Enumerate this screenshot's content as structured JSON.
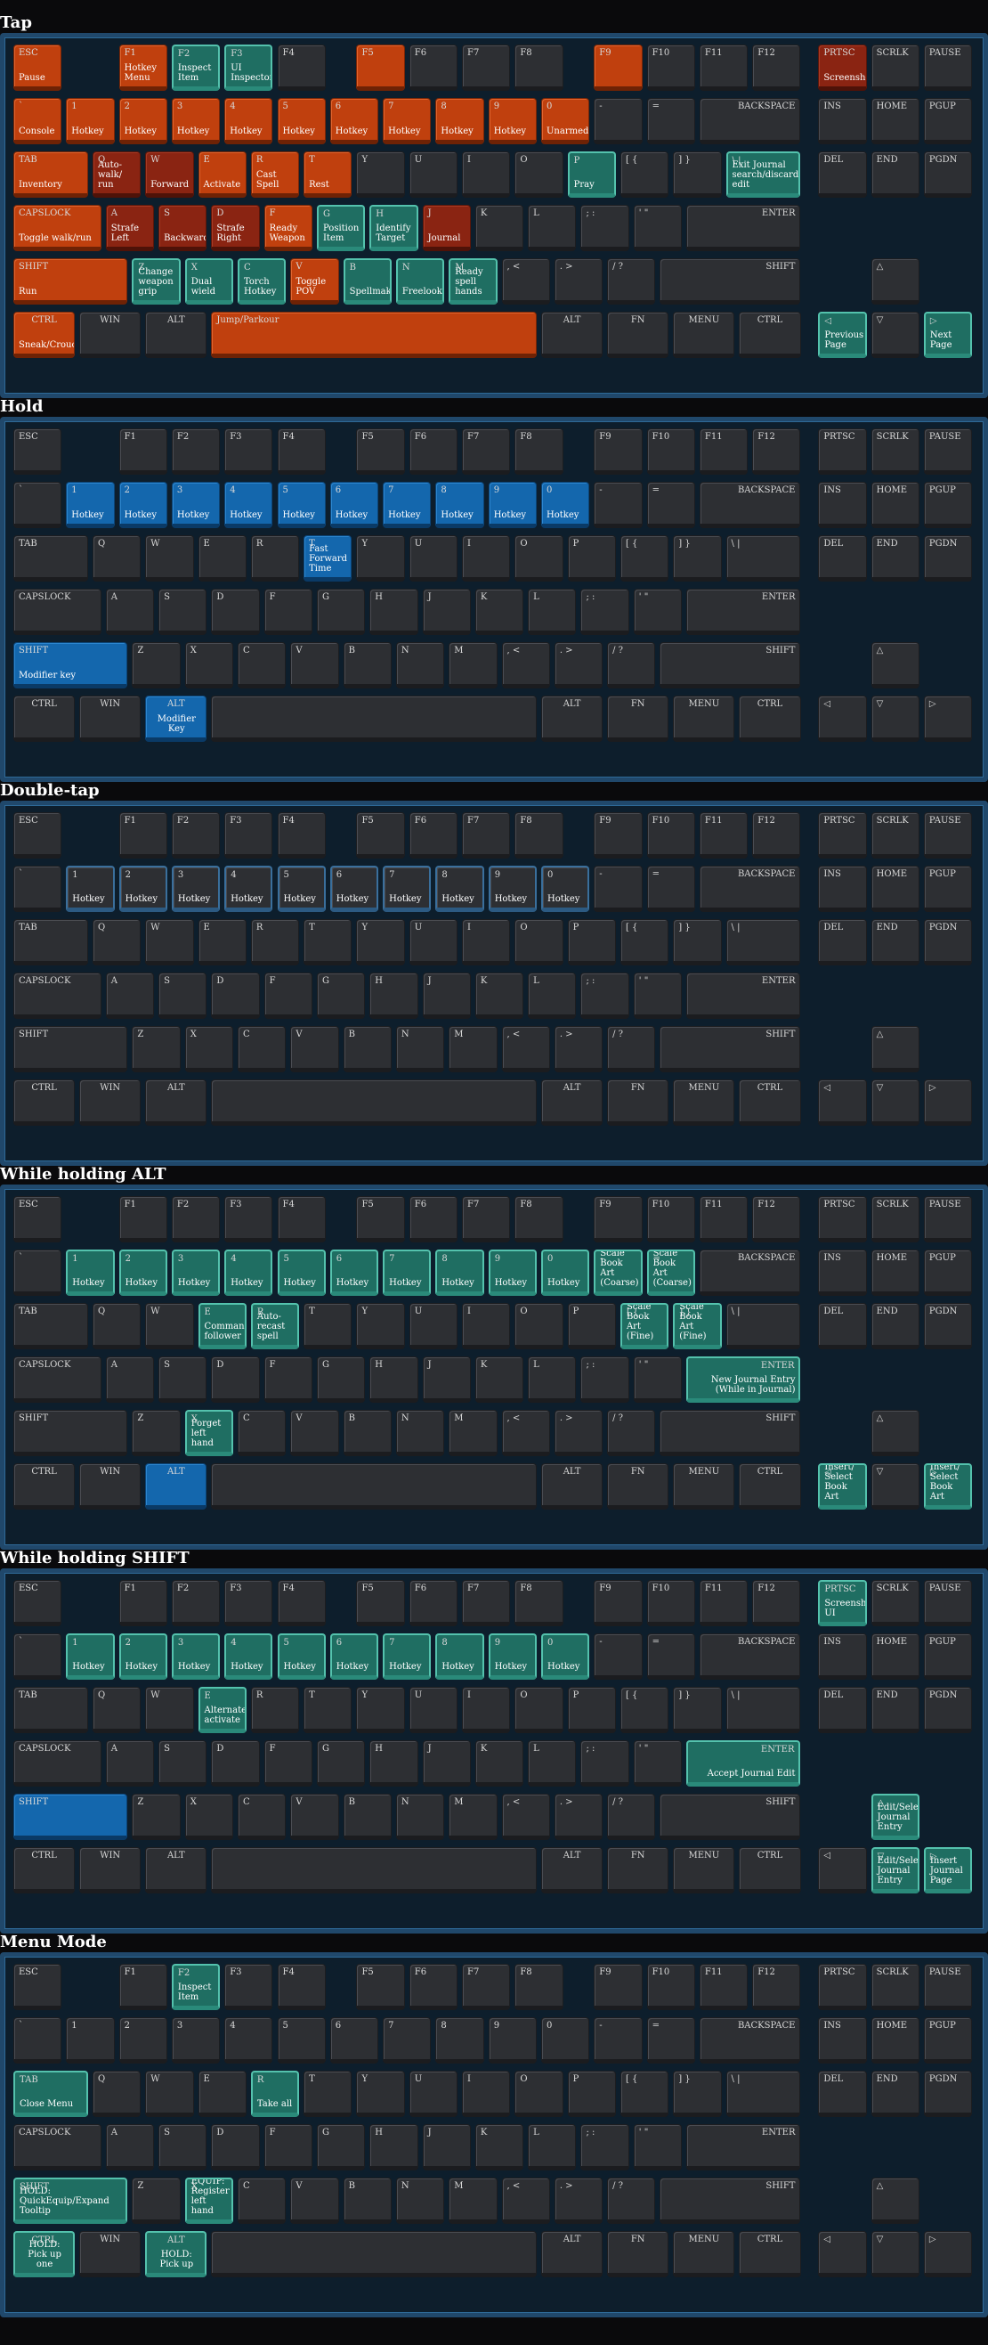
{
  "page": {
    "background": "#0a0a0c"
  },
  "colors": {
    "key": "#2d2f33",
    "tap_orange": "#c0400e",
    "tap_darkred": "#8a2412",
    "teal": "#1f6e62",
    "teal_border": "#54c2ad",
    "blue": "#1467ad",
    "board_border": "#20486b"
  },
  "key_labels": {
    "ESC": "ESC",
    "F1": "F1",
    "F2": "F2",
    "F3": "F3",
    "F4": "F4",
    "F5": "F5",
    "F6": "F6",
    "F7": "F7",
    "F8": "F8",
    "F9": "F9",
    "F10": "F10",
    "F11": "F11",
    "F12": "F12",
    "PRTSC": "PRTSC",
    "SCRLK": "SCRLK",
    "PAUSE": "PAUSE",
    "GRAVE": "`",
    "N1": "1",
    "N2": "2",
    "N3": "3",
    "N4": "4",
    "N5": "5",
    "N6": "6",
    "N7": "7",
    "N8": "8",
    "N9": "9",
    "N0": "0",
    "MINUS": "-",
    "EQUAL": "=",
    "BACKSPACE": "BACKSPACE",
    "INS": "INS",
    "HOME": "HOME",
    "PGUP": "PGUP",
    "TAB": "TAB",
    "Q": "Q",
    "W": "W",
    "E": "E",
    "R": "R",
    "T": "T",
    "Y": "Y",
    "U": "U",
    "I": "I",
    "O": "O",
    "P": "P",
    "LBR": "[ {",
    "RBR": "] }",
    "BSL": "\\ |",
    "DEL": "DEL",
    "END": "END",
    "PGDN": "PGDN",
    "CAPS": "CAPSLOCK",
    "A": "A",
    "S": "S",
    "D": "D",
    "F": "F",
    "G": "G",
    "H": "H",
    "J": "J",
    "K": "K",
    "L": "L",
    "SEMI": "; :",
    "QUOTE": "' \"",
    "ENTER": "ENTER",
    "LSHIFT": "SHIFT",
    "Z": "Z",
    "X": "X",
    "C": "C",
    "V": "V",
    "B": "B",
    "N": "N",
    "M": "M",
    "COMMA": ", <",
    "DOT": ". >",
    "SLASH": "/ ?",
    "RSHIFT": "SHIFT",
    "UP": "△",
    "LCTRL": "CTRL",
    "WIN": "WIN",
    "LALT": "ALT",
    "SPACE": "",
    "RALT": "ALT",
    "FN": "FN",
    "MENU": "MENU",
    "RCTRL": "CTRL",
    "LEFT": "◁",
    "DOWN": "▽",
    "RIGHT": "▷"
  },
  "sections": [
    {
      "title": "Tap",
      "keys": {
        "ESC": {
          "action": "Pause",
          "style": "orange"
        },
        "F1": {
          "action": "Hotkey Menu",
          "style": "orange"
        },
        "F2": {
          "action": "Inspect Item",
          "style": "teal"
        },
        "F3": {
          "action": "UI Inspector",
          "style": "teal"
        },
        "F5": {
          "action": "",
          "style": "orange"
        },
        "F9": {
          "action": "",
          "style": "orange"
        },
        "PRTSC": {
          "action": "Screenshot",
          "style": "dred"
        },
        "GRAVE": {
          "action": "Console",
          "style": "orange"
        },
        "N1": {
          "action": "Hotkey",
          "style": "orange"
        },
        "N2": {
          "action": "Hotkey",
          "style": "orange"
        },
        "N3": {
          "action": "Hotkey",
          "style": "orange"
        },
        "N4": {
          "action": "Hotkey",
          "style": "orange"
        },
        "N5": {
          "action": "Hotkey",
          "style": "orange"
        },
        "N6": {
          "action": "Hotkey",
          "style": "orange"
        },
        "N7": {
          "action": "Hotkey",
          "style": "orange"
        },
        "N8": {
          "action": "Hotkey",
          "style": "orange"
        },
        "N9": {
          "action": "Hotkey",
          "style": "orange"
        },
        "N0": {
          "action": "Unarmed",
          "style": "orange"
        },
        "TAB": {
          "action": "Inventory",
          "style": "orange"
        },
        "Q": {
          "action": "Auto-walk/ run",
          "style": "dred"
        },
        "W": {
          "action": "Forward",
          "style": "dred"
        },
        "E": {
          "action": "Activate",
          "style": "orange"
        },
        "R": {
          "action": "Cast Spell",
          "style": "orange"
        },
        "T": {
          "action": "Rest",
          "style": "orange"
        },
        "P": {
          "action": "Pray",
          "style": "teal"
        },
        "BSL": {
          "action": "Exit Journal search/discard edit",
          "style": "teal"
        },
        "CAPS": {
          "action": "Toggle walk/run",
          "style": "orange"
        },
        "A": {
          "action": "Strafe Left",
          "style": "dred"
        },
        "S": {
          "action": "Backward",
          "style": "dred"
        },
        "D": {
          "action": "Strafe Right",
          "style": "dred"
        },
        "F": {
          "action": "Ready Weapon",
          "style": "orange"
        },
        "G": {
          "action": "Position Item",
          "style": "teal"
        },
        "H": {
          "action": "Identify Target",
          "style": "teal"
        },
        "J": {
          "action": "Journal",
          "style": "dred"
        },
        "LSHIFT": {
          "action": "Run",
          "style": "orange"
        },
        "Z": {
          "action": "Change weapon grip",
          "style": "teal"
        },
        "X": {
          "action": "Dual wield",
          "style": "teal"
        },
        "C": {
          "action": "Torch Hotkey",
          "style": "teal"
        },
        "V": {
          "action": "Toggle POV",
          "style": "orange"
        },
        "B": {
          "action": "Spellmaker",
          "style": "teal"
        },
        "N": {
          "action": "Freelook",
          "style": "teal"
        },
        "M": {
          "action": "Ready spell hands",
          "style": "teal"
        },
        "LCTRL": {
          "action": "Sneak/Crouch",
          "style": "orange"
        },
        "SPACE": {
          "label": "Jump/Parkour",
          "action": "",
          "style": "orange"
        },
        "LEFT": {
          "action": "Previous Page",
          "style": "teal"
        },
        "RIGHT": {
          "action": "Next Page",
          "style": "teal"
        }
      }
    },
    {
      "title": "Hold",
      "keys": {
        "N1": {
          "action": "Hotkey",
          "style": "blue"
        },
        "N2": {
          "action": "Hotkey",
          "style": "blue"
        },
        "N3": {
          "action": "Hotkey",
          "style": "blue"
        },
        "N4": {
          "action": "Hotkey",
          "style": "blue"
        },
        "N5": {
          "action": "Hotkey",
          "style": "blue"
        },
        "N6": {
          "action": "Hotkey",
          "style": "blue"
        },
        "N7": {
          "action": "Hotkey",
          "style": "blue"
        },
        "N8": {
          "action": "Hotkey",
          "style": "blue"
        },
        "N9": {
          "action": "Hotkey",
          "style": "blue"
        },
        "N0": {
          "action": "Hotkey",
          "style": "blue"
        },
        "T": {
          "action": "Fast Forward Time",
          "style": "blue"
        },
        "LSHIFT": {
          "action": "Modifier key",
          "style": "blue"
        },
        "LALT": {
          "action": "Modifier Key",
          "style": "blue"
        }
      }
    },
    {
      "title": "Double-tap",
      "keys": {
        "N1": {
          "action": "Hotkey",
          "style": "blueout"
        },
        "N2": {
          "action": "Hotkey",
          "style": "blueout"
        },
        "N3": {
          "action": "Hotkey",
          "style": "blueout"
        },
        "N4": {
          "action": "Hotkey",
          "style": "blueout"
        },
        "N5": {
          "action": "Hotkey",
          "style": "blueout"
        },
        "N6": {
          "action": "Hotkey",
          "style": "blueout"
        },
        "N7": {
          "action": "Hotkey",
          "style": "blueout"
        },
        "N8": {
          "action": "Hotkey",
          "style": "blueout"
        },
        "N9": {
          "action": "Hotkey",
          "style": "blueout"
        },
        "N0": {
          "action": "Hotkey",
          "style": "blueout"
        }
      }
    },
    {
      "title": "While holding ALT",
      "keys": {
        "N1": {
          "action": "Hotkey",
          "style": "teal"
        },
        "N2": {
          "action": "Hotkey",
          "style": "teal"
        },
        "N3": {
          "action": "Hotkey",
          "style": "teal"
        },
        "N4": {
          "action": "Hotkey",
          "style": "teal"
        },
        "N5": {
          "action": "Hotkey",
          "style": "teal"
        },
        "N6": {
          "action": "Hotkey",
          "style": "teal"
        },
        "N7": {
          "action": "Hotkey",
          "style": "teal"
        },
        "N8": {
          "action": "Hotkey",
          "style": "teal"
        },
        "N9": {
          "action": "Hotkey",
          "style": "teal"
        },
        "N0": {
          "action": "Hotkey",
          "style": "teal"
        },
        "MINUS": {
          "action": "Scale Book Art (Coarse)",
          "style": "teal"
        },
        "EQUAL": {
          "action": "Scale Book Art (Coarse)",
          "style": "teal"
        },
        "E": {
          "action": "Command follower",
          "style": "teal"
        },
        "R": {
          "action": "Auto-recast spell",
          "style": "teal"
        },
        "LBR": {
          "action": "Scale Book Art (Fine)",
          "style": "teal"
        },
        "RBR": {
          "action": "Scale Book Art (Fine)",
          "style": "teal"
        },
        "ENTER": {
          "action": "New Journal Entry (While in Journal)",
          "style": "teal"
        },
        "X": {
          "action": "Forget left hand",
          "style": "teal"
        },
        "LALT": {
          "action": "",
          "style": "blue"
        },
        "LEFT": {
          "action": "Insert/ Select Book Art",
          "style": "teal"
        },
        "RIGHT": {
          "action": "Insert/ Select Book Art",
          "style": "teal"
        }
      }
    },
    {
      "title": "While holding SHIFT",
      "keys": {
        "PRTSC": {
          "action": "Screenshot UI",
          "style": "teal"
        },
        "N1": {
          "action": "Hotkey",
          "style": "teal"
        },
        "N2": {
          "action": "Hotkey",
          "style": "teal"
        },
        "N3": {
          "action": "Hotkey",
          "style": "teal"
        },
        "N4": {
          "action": "Hotkey",
          "style": "teal"
        },
        "N5": {
          "action": "Hotkey",
          "style": "teal"
        },
        "N6": {
          "action": "Hotkey",
          "style": "teal"
        },
        "N7": {
          "action": "Hotkey",
          "style": "teal"
        },
        "N8": {
          "action": "Hotkey",
          "style": "teal"
        },
        "N9": {
          "action": "Hotkey",
          "style": "teal"
        },
        "N0": {
          "action": "Hotkey",
          "style": "teal"
        },
        "E": {
          "action": "Alternate activate",
          "style": "teal"
        },
        "ENTER": {
          "action": "Accept Journal Edit",
          "style": "teal"
        },
        "LSHIFT": {
          "action": "",
          "style": "blue"
        },
        "UP": {
          "action": "Edit/Select Journal Entry",
          "style": "teal"
        },
        "DOWN": {
          "action": "Edit/Select Journal Entry",
          "style": "teal"
        },
        "RIGHT": {
          "action": "Insert Journal Page",
          "style": "teal"
        }
      }
    },
    {
      "title": "Menu Mode",
      "keys": {
        "F2": {
          "action": "Inspect Item",
          "style": "teal"
        },
        "TAB": {
          "action": "Close Menu",
          "style": "teal"
        },
        "R": {
          "action": "Take all",
          "style": "teal"
        },
        "LSHIFT": {
          "action": "HOLD: QuickEquip/Expand Tooltip",
          "style": "teal"
        },
        "X": {
          "action": "EQUIP: Register left hand",
          "style": "teal"
        },
        "LCTRL": {
          "action": "HOLD: Pick up one",
          "style": "teal"
        },
        "LALT": {
          "action": "HOLD: Pick up",
          "style": "teal"
        }
      }
    }
  ]
}
